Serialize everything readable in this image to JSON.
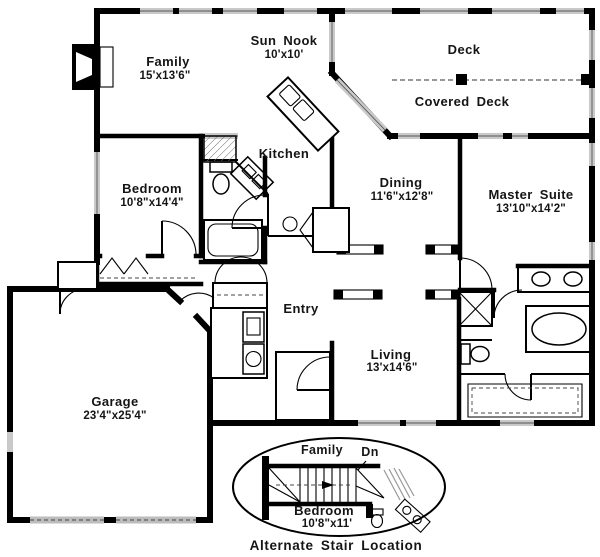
{
  "drawing_title": "Alternate Stair Location",
  "rooms": {
    "family": {
      "name": "Family",
      "dims": "15'x13'6\""
    },
    "sun_nook": {
      "name": "Sun Nook",
      "dims": "10'x10'"
    },
    "deck": {
      "name": "Deck"
    },
    "covered_deck": {
      "name": "Covered Deck"
    },
    "kitchen": {
      "name": "Kitchen"
    },
    "bedroom": {
      "name": "Bedroom",
      "dims": "10'8\"x14'4\""
    },
    "dining": {
      "name": "Dining",
      "dims": "11'6\"x12'8\""
    },
    "master_suite": {
      "name": "Master Suite",
      "dims": "13'10\"x14'2\""
    },
    "entry": {
      "name": "Entry"
    },
    "living": {
      "name": "Living",
      "dims": "13'x14'6\""
    },
    "garage": {
      "name": "Garage",
      "dims": "23'4\"x25'4\""
    }
  },
  "inset": {
    "family_label": "Family",
    "down_label": "Dn",
    "bedroom": {
      "name": "Bedroom",
      "dims": "10'8\"x11'"
    },
    "caption": "Alternate Stair Location"
  },
  "colors": {
    "wall": "#000000",
    "window": "#c9c9c9",
    "background": "#ffffff"
  }
}
